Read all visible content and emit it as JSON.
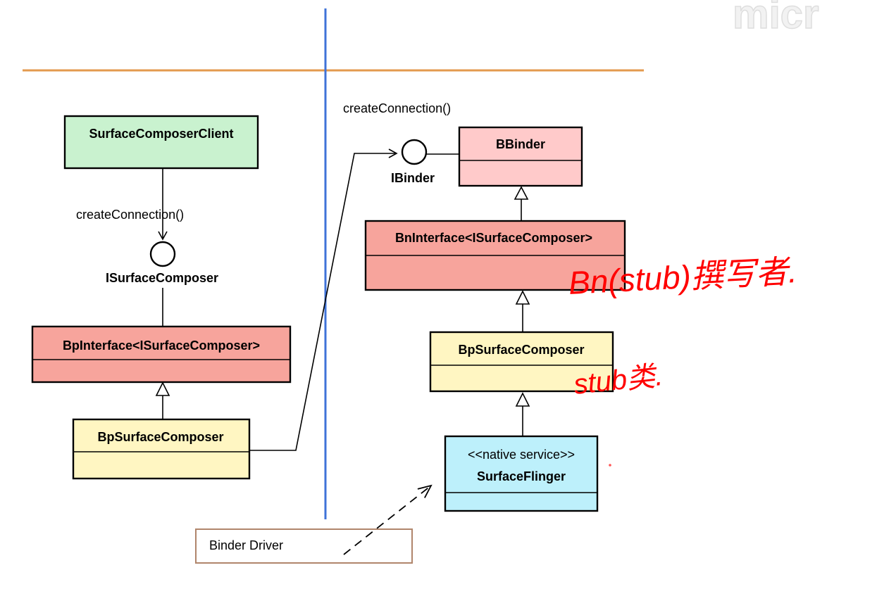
{
  "watermark": "micr",
  "colors": {
    "orange_line": "#e39a4e",
    "blue_line": "#3f73d8",
    "green_class": "#c9f2cf",
    "pink_class": "#ffcaca",
    "salmon_class": "#f7a49c",
    "yellow_class": "#fff6c2",
    "cyan_class": "#bdf0fb",
    "handwriting_red": "#ff0000",
    "note_border": "#b0856b"
  },
  "classes": {
    "surface_composer_client": "SurfaceComposerClient",
    "bp_interface": "BpInterface<ISurfaceComposer>",
    "bp_surface_composer_left": "BpSurfaceComposer",
    "bbinder": "BBinder",
    "bn_interface": "BnInterface<ISurfaceComposer>",
    "bp_surface_composer_right": "BpSurfaceComposer",
    "surface_flinger_stereotype": "<<native service>>",
    "surface_flinger": "SurfaceFlinger"
  },
  "interfaces": {
    "isurface_composer": "ISurfaceComposer",
    "ibinder": "IBinder"
  },
  "labels": {
    "create_connection_left": "createConnection()",
    "create_connection_right": "createConnection()"
  },
  "note": {
    "binder_driver": "Binder Driver"
  },
  "annotations": {
    "handwritten_bn": "Bn(stub)撰写者.",
    "handwritten_stub": "stub类."
  },
  "icons": [
    "interface-lollipop-icon",
    "inheritance-arrow-icon",
    "dependency-arrow-icon"
  ]
}
